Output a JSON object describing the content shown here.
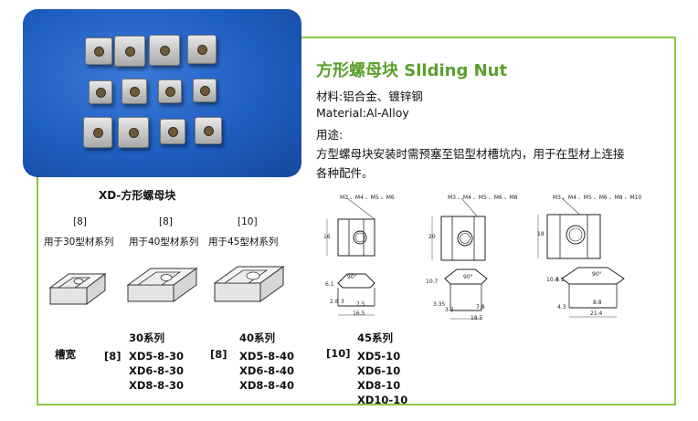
{
  "product": {
    "title": "方形螺母块  Sllding Nut",
    "material_cn": "材料:铝合金、镀锌钢",
    "material_en": "Material:Al-Alloy",
    "usage_label": "用途:",
    "usage_line1": "方型螺母块安装时需预塞至铝型材槽坑内，用于在型材上连接",
    "usage_line2": "各种配件。"
  },
  "section_title": "XD-方形螺母块",
  "variants": [
    {
      "slot": "[8]",
      "usage": "用于30型材系列"
    },
    {
      "slot": "[8]",
      "usage": "用于40型材系列"
    },
    {
      "slot": "[10]",
      "usage": "用于45型材系列"
    }
  ],
  "table": {
    "slot_width_label": "槽宽",
    "columns": [
      {
        "slot": "[8]",
        "series": "30系列",
        "models": [
          "XD5-8-30",
          "XD6-8-30",
          "XD8-8-30"
        ]
      },
      {
        "slot": "[8]",
        "series": "40系列",
        "models": [
          "XD5-8-40",
          "XD6-8-40",
          "XD8-8-40"
        ]
      },
      {
        "slot": "[10]",
        "series": "45系列",
        "models": [
          "XD5-10",
          "XD6-10",
          "XD8-10",
          "XD10-10"
        ]
      }
    ]
  },
  "drawings": [
    {
      "threads": "M3 、M4 、M5 、M6",
      "height": "16",
      "side": "6.1",
      "d1": "2.8",
      "d2": "3",
      "d3": "7.5",
      "width": "16.5",
      "angle": "90°"
    },
    {
      "threads": "M3 、M4 、M5 、M6 、M8",
      "height": "20",
      "side": "10.7",
      "d1": "3.35",
      "d2": "3.3",
      "d3": "7.8",
      "width": "18.5",
      "angle": "90°"
    },
    {
      "threads": "M3 、M4 、M5 、M6 、M8 、M10",
      "height": "18",
      "side": "10.4",
      "d1": "3.1",
      "d2": "4.3",
      "d3": "8.8",
      "width": "21.4",
      "angle": "90°"
    }
  ],
  "colors": {
    "frame": "#8cc63f",
    "title": "#5aa02c",
    "photo_bg": "#1e5fc2"
  }
}
